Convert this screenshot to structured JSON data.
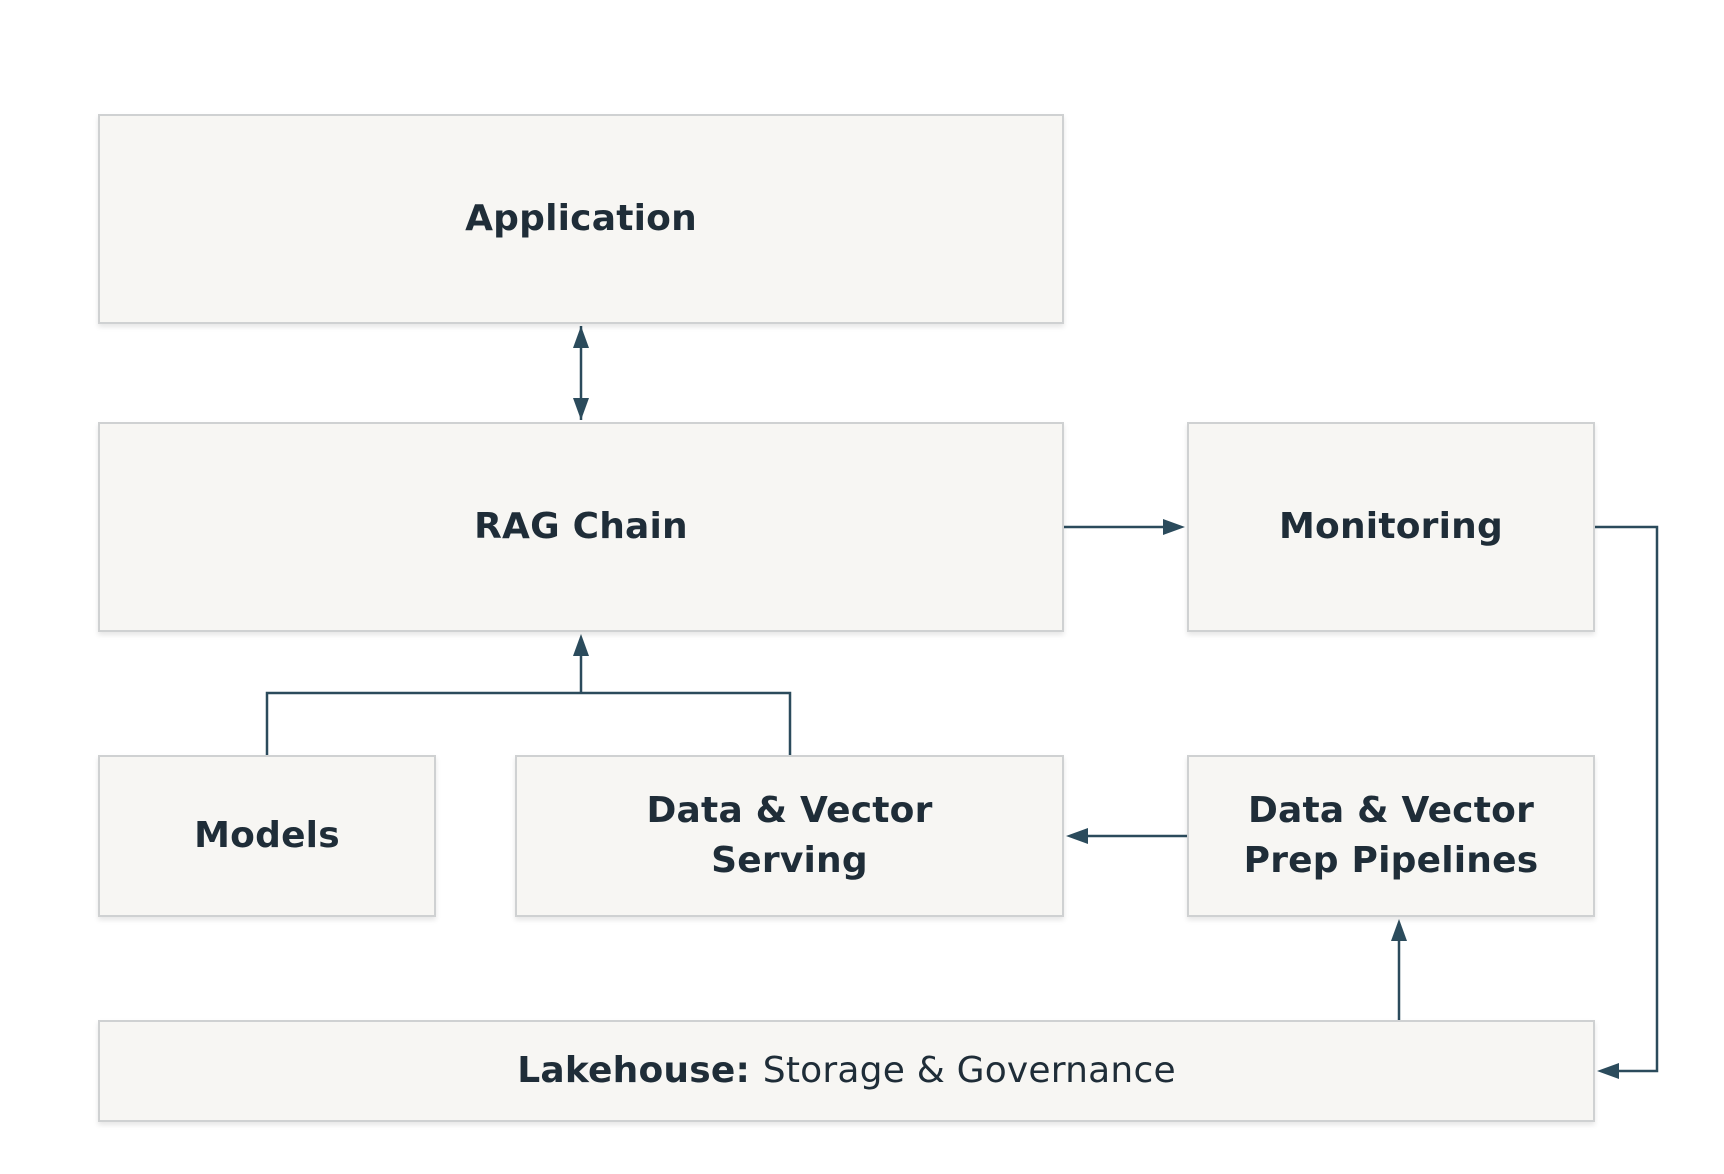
{
  "diagram": {
    "nodes": {
      "application": {
        "label": "Application"
      },
      "rag_chain": {
        "label": "RAG Chain"
      },
      "monitoring": {
        "label": "Monitoring"
      },
      "models": {
        "label": "Models"
      },
      "data_vector_serving": {
        "line1": "Data & Vector",
        "line2": "Serving"
      },
      "data_vector_prep": {
        "line1": "Data & Vector",
        "line2": "Prep Pipelines"
      },
      "lakehouse": {
        "label_bold": "Lakehouse:",
        "label_regular": "Storage & Governance"
      }
    },
    "edges": [
      {
        "from": "application",
        "to": "rag_chain",
        "direction": "both"
      },
      {
        "from": "rag_chain",
        "to": "monitoring",
        "direction": "forward"
      },
      {
        "from": "models",
        "to": "rag_chain",
        "direction": "forward"
      },
      {
        "from": "data_vector_serving",
        "to": "rag_chain",
        "direction": "forward"
      },
      {
        "from": "data_vector_prep",
        "to": "data_vector_serving",
        "direction": "forward"
      },
      {
        "from": "lakehouse",
        "to": "data_vector_prep",
        "direction": "forward"
      },
      {
        "from": "monitoring",
        "to": "lakehouse",
        "direction": "forward"
      }
    ],
    "colors": {
      "box_fill": "#f7f6f3",
      "box_border": "#cfd1d2",
      "connector": "#2b4b5c",
      "text": "#1f2d38"
    }
  }
}
